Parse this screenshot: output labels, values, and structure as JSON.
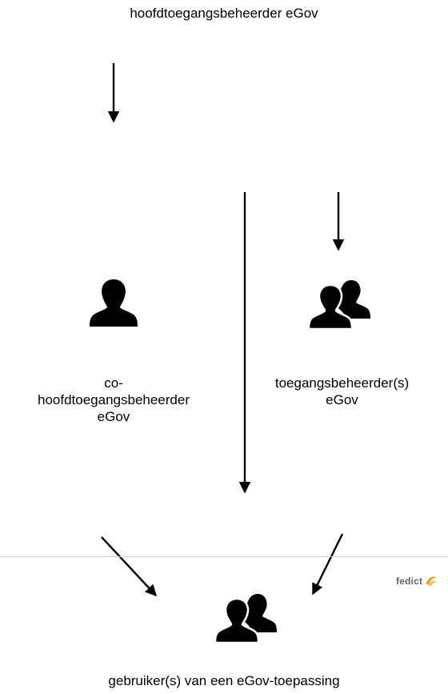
{
  "nodes": {
    "top": {
      "label": "hoofdtoegangsbeheerder eGov",
      "icon": "person-icon"
    },
    "co_head": {
      "label_lines": [
        "co-",
        "hoofdtoegangsbeheerder",
        "eGov"
      ],
      "icon": "person-icon"
    },
    "access_managers": {
      "label_lines": [
        "toegangsbeheerder(s)",
        "eGov"
      ],
      "icon": "group-icon"
    },
    "users": {
      "label": "gebruiker(s) van een eGov-toepassing",
      "icon": "group-icon"
    }
  },
  "logo": {
    "text": "fedict",
    "icon": "fedict-swirl-icon"
  },
  "colors": {
    "line": "#000000",
    "icon": "#000000",
    "separator": "#cfcfcf",
    "logo_text": "#666666",
    "logo_accent": "#f29a1f"
  }
}
